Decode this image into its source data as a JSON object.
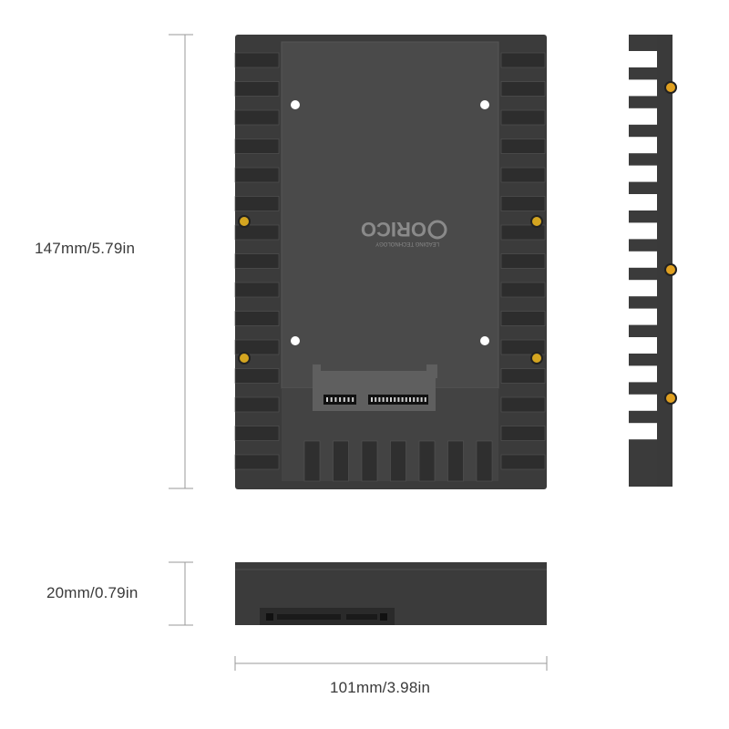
{
  "dimensions": {
    "height_label": "147mm/5.79in",
    "thickness_label": "20mm/0.79in",
    "width_label": "101mm/3.98in"
  },
  "product": {
    "brand": "ORICO",
    "brand_tagline": "LEADING TECHNOLOGY"
  },
  "colors": {
    "body": "#3b3b3b",
    "plate": "#4a4a4a",
    "rib": "#2e2e2e",
    "dimension_line": "#9a9a9a",
    "screw_gold": "#d4a520"
  }
}
